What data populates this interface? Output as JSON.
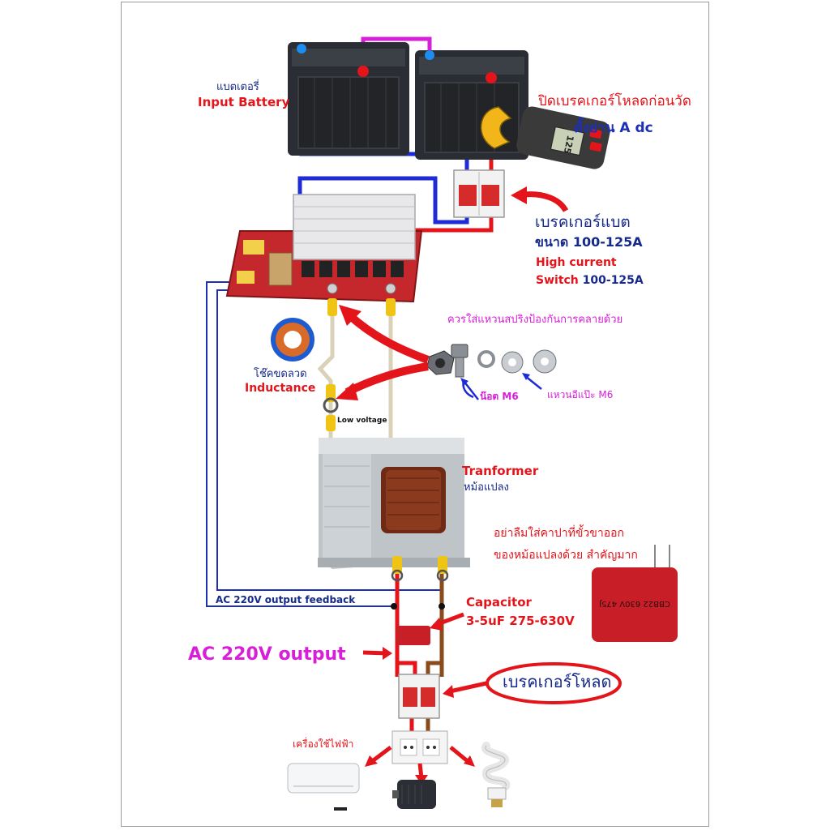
{
  "labels": {
    "battery_thai": "แบตเตอรี่",
    "battery_en": "Input Battery",
    "meter_off_thai": "ปิดเบรคเกอร์โหลดก่อนวัด",
    "meter_range_thai": "ตั้งย่าน A dc",
    "meter_display": "125",
    "breaker_batt_thai": "เบรคเกอร์แบต",
    "breaker_batt_size": "ขนาด 100-125A",
    "high_current": "High current",
    "switch_prefix": "Switch",
    "switch_rating": "100-125A",
    "spring_washer_note": "ควรใส่แหวนสปริงป้องกันการคลายด้วย",
    "bolt_label": "น๊อต M6",
    "washer_label": "แหวนอีแป๊ะ M6",
    "choke_thai": "โช๊คขดลวด",
    "inductance": "Inductance",
    "low_voltage": "Low voltage",
    "transformer_en": "Tranformer",
    "transformer_thai": "หม้อแปลง",
    "cap_note_line1": "อย่าลืมใส่คาปาที่ขั้วขาออก",
    "cap_note_line2": "ของหม้อแปลงด้วย สำคัญมาก",
    "cap_marking": "CBB22 630V 475J",
    "feedback": "AC 220V output feedback",
    "capacitor": "Capacitor",
    "capacitor_spec": "3-5uF 275-630V",
    "ac_output": "AC 220V output",
    "load_breaker_thai": "เบรคเกอร์โหลด",
    "appliances_thai": "เครื่องใช้ไฟฟ้า"
  },
  "colors": {
    "positive_wire": "#e4141b",
    "negative_wire": "#1e2bd6",
    "bridge_wire": "#d81fd8",
    "feedback_wire": "#1d2fb5",
    "output_wire_2": "#8a4a1a",
    "pcb": "#c4282c",
    "capacitor": "#c81e28"
  },
  "icons": {
    "battery": "battery-icon",
    "clamp_meter": "clamp-meter-icon",
    "breaker": "breaker-icon",
    "inverter_board": "inverter-board-icon",
    "toroid": "toroid-icon",
    "bolt": "bolt-icon",
    "washer": "washer-icon",
    "transformer": "transformer-icon",
    "capacitor": "capacitor-icon",
    "outlet": "outlet-icon",
    "air_conditioner": "air-conditioner-icon",
    "motor": "motor-icon",
    "bulb": "cfl-bulb-icon"
  }
}
